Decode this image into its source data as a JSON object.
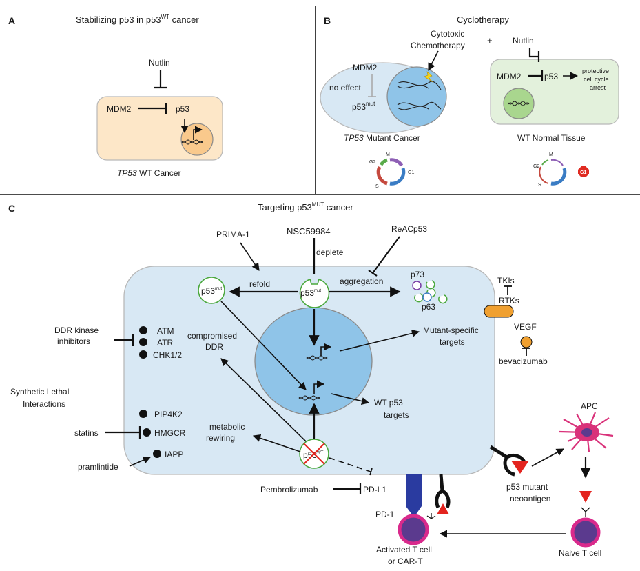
{
  "panel_a": {
    "letter": "A",
    "title": "Stabilizing p53 in p53",
    "title_sup": "WT",
    "title_end": " cancer",
    "nutlin": "Nutlin",
    "mdm2": "MDM2",
    "p53": "p53",
    "cell_label_italic": "TP53",
    "cell_label_rest": " WT Cancer"
  },
  "panel_b": {
    "letter": "B",
    "title": "Cyclotherapy",
    "chemo_line1": "Cytotoxic",
    "chemo_line2": "Chemotherapy",
    "plus": "+",
    "nutlin": "Nutlin",
    "mdm2_left": "MDM2",
    "no_effect": "no effect",
    "p53": "p53",
    "p53_sup": "mut",
    "mutant_label_italic": "TP53",
    "mutant_label_rest": " Mutant Cancer",
    "mdm2_right": "MDM2",
    "p53_right": "p53",
    "protective_1": "protective",
    "protective_2": "cell cycle",
    "protective_3": "arrest",
    "normal_label": "WT Normal Tissue",
    "cycle_phases": [
      "M",
      "G2",
      "G1",
      "S"
    ],
    "stop_label": "G1"
  },
  "panel_c": {
    "letter": "C",
    "title": "Targeting p53",
    "title_sup": "MUT",
    "title_end": " cancer",
    "prima": "PRIMA-1",
    "nsc": "NSC59984",
    "deplete": "deplete",
    "reac": "ReACp53",
    "refold": "refold",
    "aggregation": "aggregation",
    "p53": "p53",
    "p53_mut_sup": "mut",
    "p53_wt_sup": "WT",
    "p73": "p73",
    "p63": "p63",
    "tkis": "TKIs",
    "rtks": "RTKs",
    "vegf": "VEGF",
    "bevacizumab": "bevacizumab",
    "mutant_targets_1": "Mutant-specific",
    "mutant_targets_2": "targets",
    "wt_targets_1": "WT p53",
    "wt_targets_2": "targets",
    "ddr_inhib_1": "DDR kinase",
    "ddr_inhib_2": "inhibitors",
    "atm": "ATM",
    "atr": "ATR",
    "chk": "CHK1/2",
    "compromised_1": "compromised",
    "compromised_2": "DDR",
    "synthetic_1": "Synthetic Lethal",
    "synthetic_2": "Interactions",
    "pip4k2": "PIP4K2",
    "statins": "statins",
    "hmgcr": "HMGCR",
    "pramlintide": "pramlintide",
    "iapp": "IAPP",
    "metabolic_1": "metabolic",
    "metabolic_2": "rewiring",
    "pembrolizumab": "Pembrolizumab",
    "pdl1": "PD-L1",
    "pd1": "PD-1",
    "activated_1": "Activated T cell",
    "activated_2": "or CAR-T",
    "naive": "Naive T cell",
    "apc": "APC",
    "neoantigen_1": "p53 mutant",
    "neoantigen_2": "neoantigen"
  },
  "colors": {
    "cell_a_fill": "#fde7c8",
    "nucleus_a_fill": "#f9c98c",
    "cell_blue_fill": "#d8e8f4",
    "nucleus_blue_fill": "#8fc4e8",
    "cell_green_fill": "#e3f1dc",
    "nucleus_green_fill": "#a9d68e",
    "p53_ring": "#4aa83c",
    "pd1_blue": "#2a3ba0",
    "tcell_magenta": "#d92a8c",
    "tcell_purple": "#5b3a8e",
    "neoantigen_red": "#e3241f",
    "rtk_orange": "#f0a030",
    "apc_magenta": "#d9327a",
    "stop_red": "#e02b22"
  }
}
